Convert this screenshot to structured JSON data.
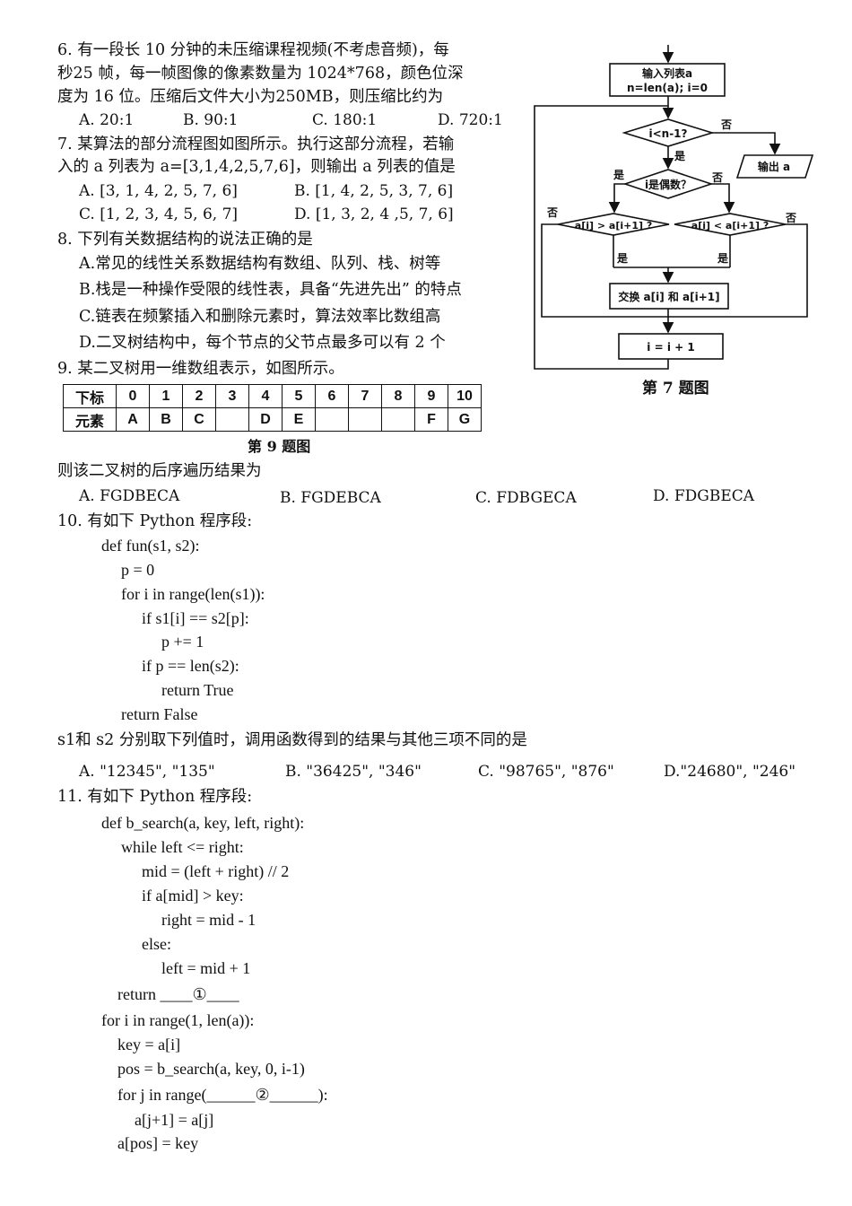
{
  "q6": {
    "line1": "6. 有一段长 10 分钟的未压缩课程视频(不考虑音频)，每",
    "line2": "秒25 帧，每一帧图像的像素数量为 1024*768，颜色位深",
    "line3": "度为 16 位。压缩后文件大小为250MB，则压缩比约为",
    "options": [
      "A. 20:1",
      "B. 90:1",
      "C. 180:1",
      "D. 720:1"
    ]
  },
  "q7": {
    "line1": "7. 某算法的部分流程图如图所示。执行这部分流程，若输",
    "line2": "入的 a 列表为 a=[3,1,4,2,5,7,6]，则输出 a 列表的值是",
    "options": [
      "A. [3, 1, 4, 2, 5, 7, 6]",
      "B. [1, 4, 2, 5, 3, 7, 6]",
      "C. [1, 2, 3, 4, 5, 6, 7]",
      "D. [1, 3, 2, 4 ,5, 7, 6]"
    ]
  },
  "q8": {
    "stem": "8. 下列有关数据结构的说法正确的是",
    "options": [
      "A.常见的线性关系数据结构有数组、队列、栈、树等",
      "B.栈是一种操作受限的线性表，具备“先进先出” 的特点",
      "C.链表在频繁插入和删除元素时，算法效率比数组高",
      "D.二叉树结构中，每个节点的父节点最多可以有 2 个"
    ]
  },
  "q9": {
    "stem": "9. 某二叉树用一维数组表示，如图所示。",
    "table": {
      "index_label": "下标",
      "element_label": "元素",
      "indices": [
        "0",
        "1",
        "2",
        "3",
        "4",
        "5",
        "6",
        "7",
        "8",
        "9",
        "10"
      ],
      "elements": [
        "A",
        "B",
        "C",
        "",
        "D",
        "E",
        "",
        "",
        "",
        "F",
        "G"
      ]
    },
    "caption": "第 9 题图",
    "question": "则该二叉树的后序遍历结果为",
    "options": [
      "A. FGDBECA",
      "B. FGDEBCA",
      "C. FDBGECA",
      "D. FDGBECA"
    ]
  },
  "q10": {
    "stem": "10. 有如下 Python 程序段:",
    "code": [
      "def fun(s1, s2):",
      "p = 0",
      "for i in range(len(s1)):",
      "if s1[i] == s2[p]:",
      "p += 1",
      "if p == len(s2):",
      "return True",
      "return False"
    ],
    "question": "s1和 s2 分别取下列值时，调用函数得到的结果与其他三项不同的是",
    "options": [
      "A. \"12345\", \"135\"",
      "B. \"36425\", \"346\"",
      "C. \"98765\", \"876\"",
      "D.\"24680\", \"246\""
    ]
  },
  "q11": {
    "stem": "11. 有如下 Python  程序段:",
    "code": [
      "def b_search(a, key, left, right):",
      "while left <= right:",
      "mid = (left + right) // 2",
      "if a[mid] > key:",
      "right = mid - 1",
      "else:",
      "left = mid + 1",
      "return ____①____",
      "for i in range(1, len(a)):",
      "key = a[i]",
      "pos = b_search(a, key, 0, i-1)",
      "for j in range(______②______):",
      "a[j+1] = a[j]",
      "a[pos] = key"
    ]
  },
  "flowchart": {
    "input_line1": "输入列表a",
    "input_line2": "n=len(a); i=0",
    "cond_loop": "i<n-1?",
    "output": "输出 a",
    "cond_even": "i是偶数？",
    "cond_left": "a[i] > a[i+1] ?",
    "cond_right": "a[i] < a[i+1] ?",
    "swap": "交换 a[i] 和 a[i+1]",
    "inc": "i = i + 1",
    "yes": "是",
    "no": "否",
    "caption": "第 7 题图"
  }
}
